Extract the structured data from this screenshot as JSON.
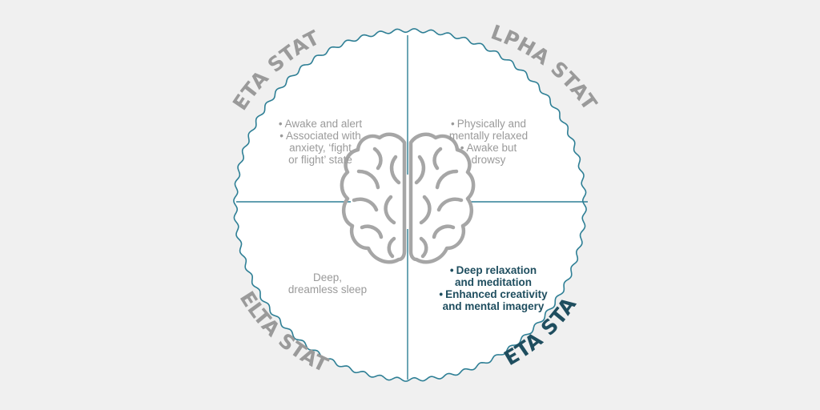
{
  "colors": {
    "background": "#f0f0f0",
    "panel": "#ffffff",
    "accent": "#2e7f95",
    "muted_text": "#9a9a9a",
    "active_text": "#1f4e5f",
    "brain": "#a6a6a6"
  },
  "icons": {
    "center": "brain-icon"
  },
  "states": {
    "beta": {
      "title": "BETA STATE",
      "bullets": [
        {
          "marker": "•",
          "lines": [
            "Awake and alert"
          ]
        },
        {
          "marker": "•",
          "lines": [
            "Associated with",
            "anxiety, ‘fight",
            "or flight’ state"
          ]
        }
      ]
    },
    "alpha": {
      "title": "ALPHA STATE",
      "bullets": [
        {
          "marker": "•",
          "lines": [
            "Physically and",
            "mentally relaxed"
          ]
        },
        {
          "marker": "•",
          "lines": [
            "Awake but",
            "drowsy"
          ]
        }
      ]
    },
    "delta": {
      "title": "DELTA STATE",
      "text": [
        "Deep,",
        "dreamless sleep"
      ]
    },
    "theta": {
      "title": "THETA STATE",
      "highlighted": true,
      "bullets": [
        {
          "marker": "•",
          "lines": [
            "Deep relaxation",
            "and meditation"
          ]
        },
        {
          "marker": "•",
          "lines": [
            "Enhanced creativity",
            "and mental imagery"
          ]
        }
      ]
    }
  }
}
